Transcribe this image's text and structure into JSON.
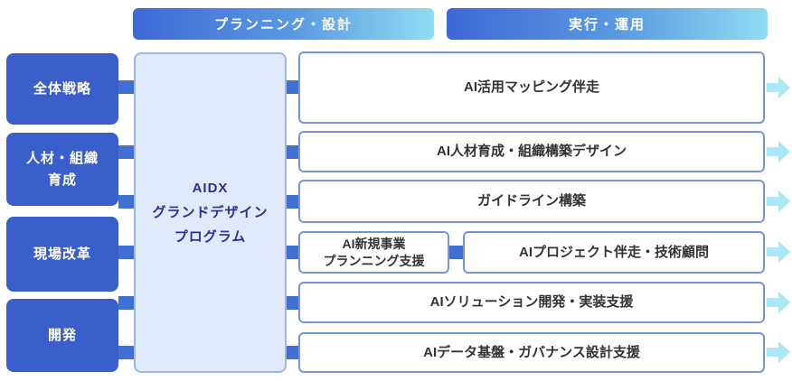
{
  "diagram": {
    "title": "AIDX grand design program service map",
    "phases": [
      {
        "label": "プランニング・設計"
      },
      {
        "label": "実行・運用"
      }
    ],
    "categories": [
      {
        "label": "全体戦略"
      },
      {
        "label": "人材・組織\n育成"
      },
      {
        "label": "現場改革"
      },
      {
        "label": "開発"
      }
    ],
    "program": {
      "label": "AIDX\nグランドデザイン\nプログラム"
    },
    "services": [
      {
        "label": "AI活用マッピング伴走"
      },
      {
        "label": "AI人材育成・組織構築デザイン"
      },
      {
        "label": "ガイドライン構築"
      },
      {
        "left": {
          "label": "AI新規事業\nプランニング支援"
        },
        "right": {
          "label": "AIプロジェクト伴走・技術顧問"
        }
      },
      {
        "label": "AIソリューション開発・実装支援"
      },
      {
        "label": "AIデータ基盤・ガバナンス設計支援"
      }
    ],
    "colors": {
      "category_blue": "#3a5fca",
      "header_gradient_start": "#3d68d6",
      "header_gradient_end": "#90dcf2",
      "program_fill": "#dfeafb",
      "program_border": "#9db6ea",
      "program_text": "#2b2f9c",
      "service_border": "#7695dd",
      "service_text": "#333333",
      "connector_blue": "#4170d2",
      "arrow_cyan": "#a9e8f6"
    }
  }
}
